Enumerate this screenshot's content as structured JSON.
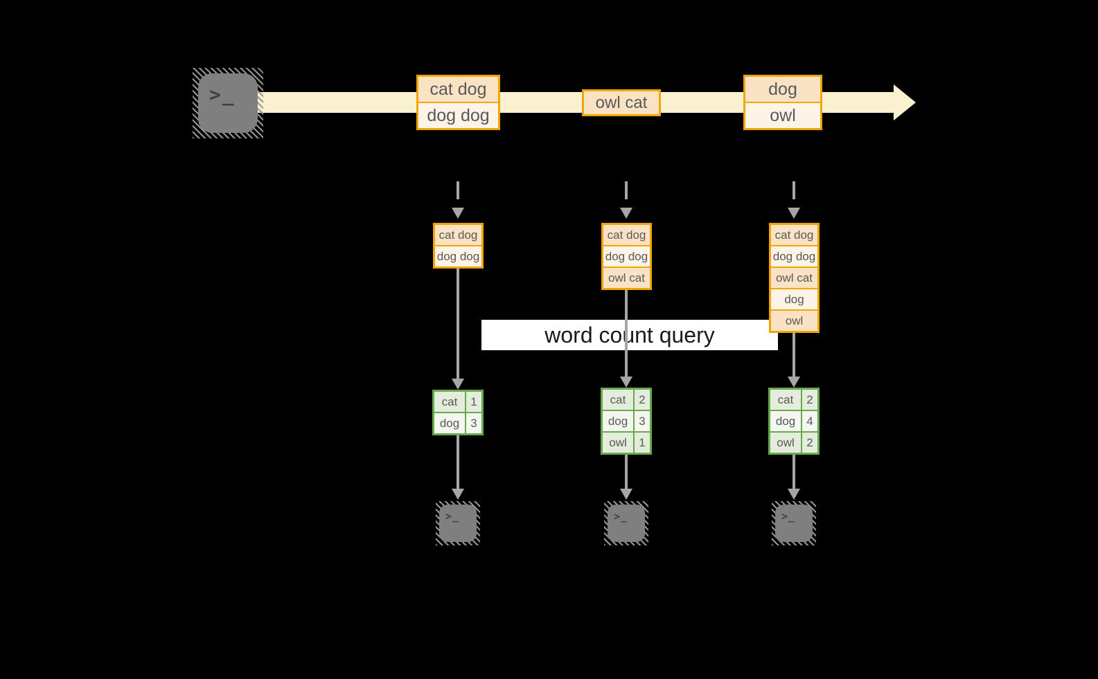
{
  "colors": {
    "background": "#000000",
    "stream_band": "#FAF1D0",
    "event_box_border": "#F0A500",
    "event_fill_dark": "#FAE3C4",
    "event_fill_light": "#FDF3E6",
    "count_table_border": "#6AA84F",
    "count_fill_dark": "#E4ECDB",
    "count_fill_light": "#F3F7EF",
    "arrow_gray": "#A6A6A6",
    "terminal_gray": "#7F7F7F",
    "cell_text": "#595959",
    "query_box_bg": "#FFFFFF",
    "query_text": "#1A1A1A"
  },
  "icons": {
    "terminal_prompt": ">_"
  },
  "stream": {
    "events": [
      {
        "cells": [
          "cat dog",
          "dog dog"
        ]
      },
      {
        "cells": [
          "owl cat"
        ]
      },
      {
        "cells": [
          "dog",
          "owl"
        ]
      }
    ]
  },
  "query": {
    "label": "word count query"
  },
  "columns": [
    {
      "batch": [
        "cat dog",
        "dog dog"
      ],
      "counts": [
        {
          "word": "cat",
          "count": "1"
        },
        {
          "word": "dog",
          "count": "3"
        }
      ]
    },
    {
      "batch": [
        "cat dog",
        "dog dog",
        "owl cat"
      ],
      "counts": [
        {
          "word": "cat",
          "count": "2"
        },
        {
          "word": "dog",
          "count": "3"
        },
        {
          "word": "owl",
          "count": "1"
        }
      ]
    },
    {
      "batch": [
        "cat dog",
        "dog dog",
        "owl cat",
        "dog",
        "owl"
      ],
      "counts": [
        {
          "word": "cat",
          "count": "2"
        },
        {
          "word": "dog",
          "count": "4"
        },
        {
          "word": "owl",
          "count": "2"
        }
      ]
    }
  ]
}
